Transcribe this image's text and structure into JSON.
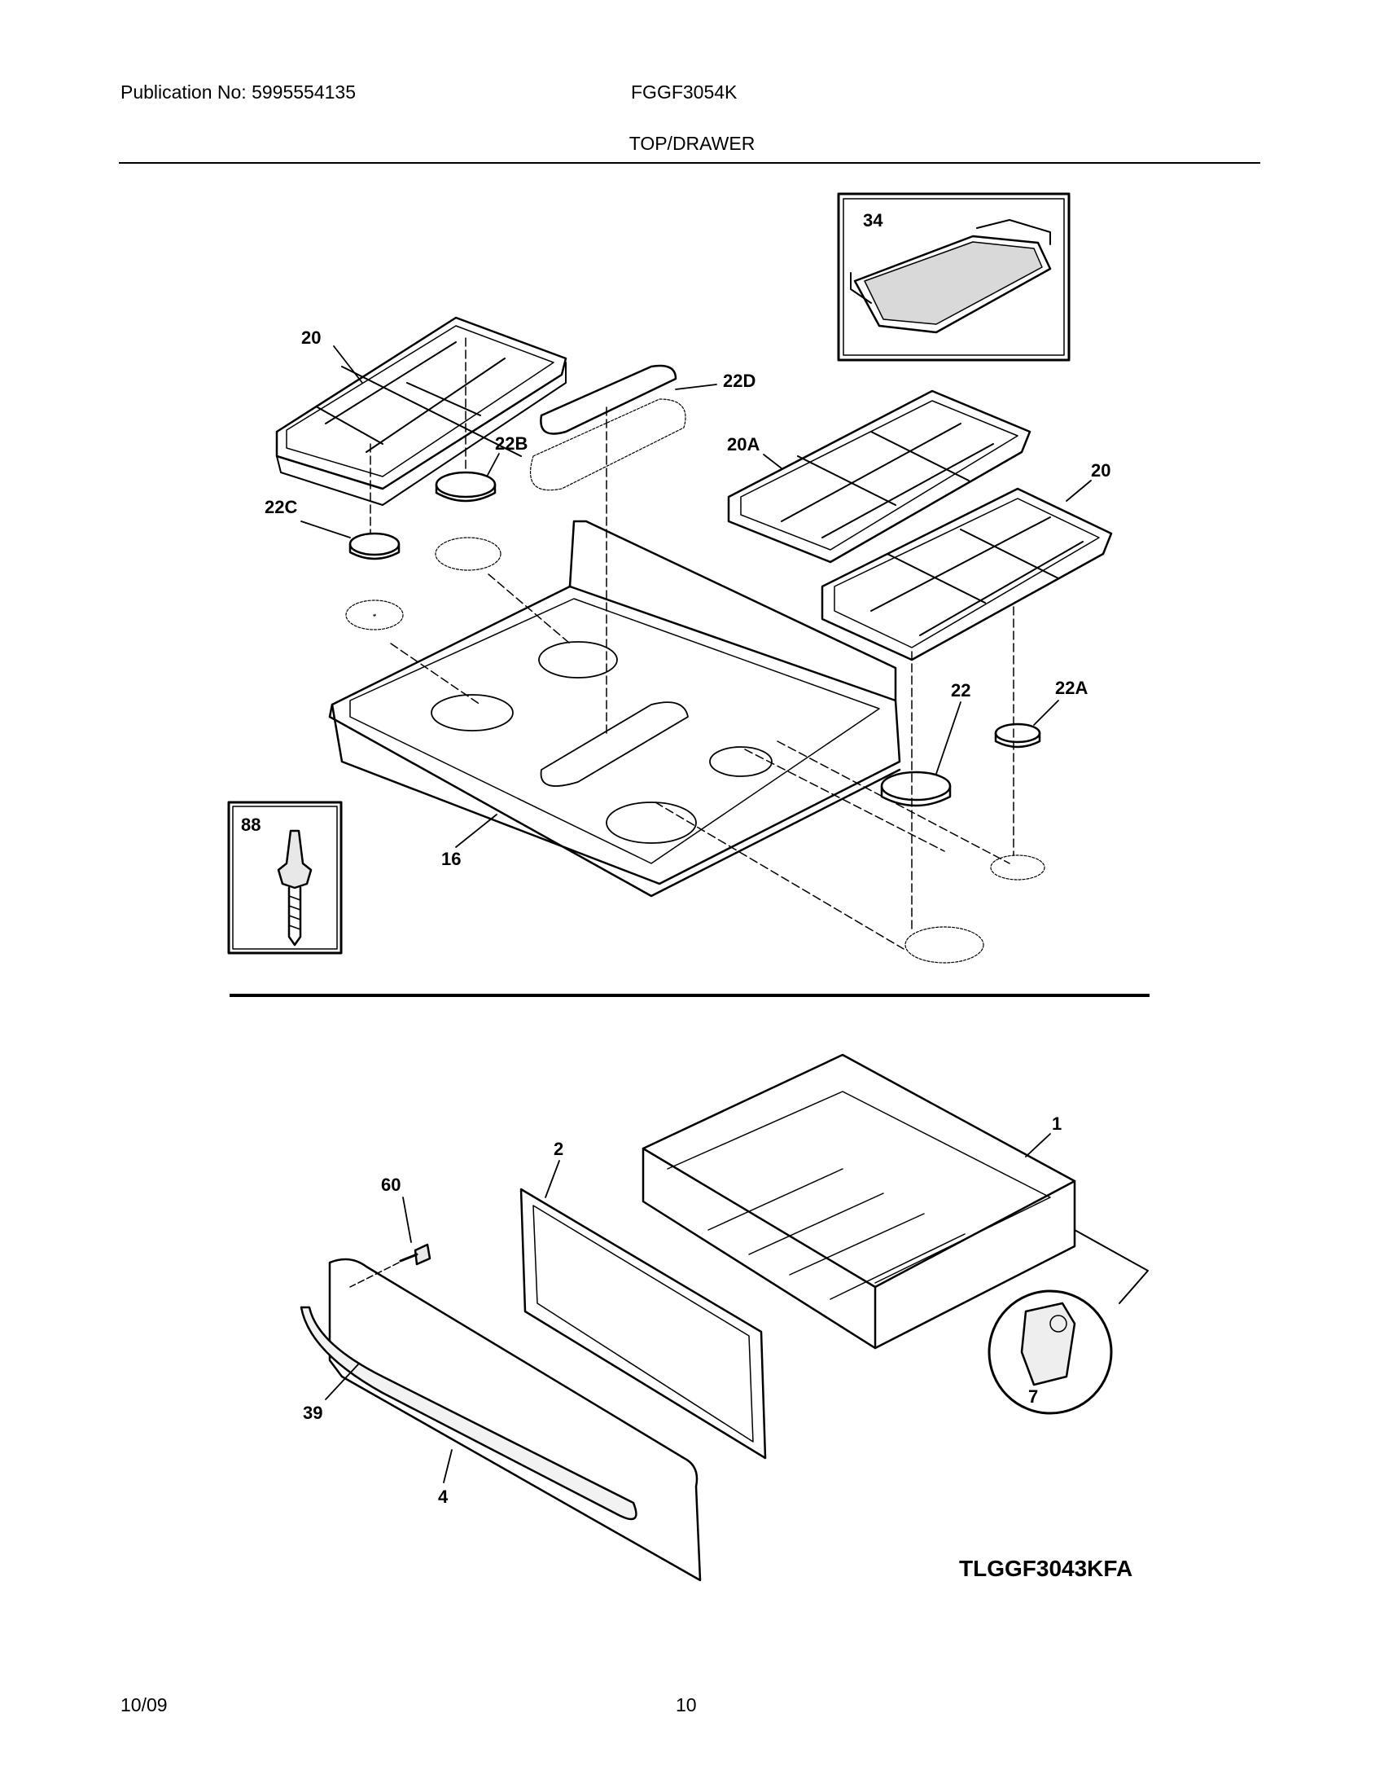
{
  "header": {
    "publication": "Publication No: 5995554135",
    "model": "FGGF3054K",
    "section": "TOP/DRAWER"
  },
  "callouts": {
    "p34": "34",
    "p20_left": "20",
    "p22D": "22D",
    "p22B": "22B",
    "p20A": "20A",
    "p20_right": "20",
    "p22C": "22C",
    "p22": "22",
    "p22A": "22A",
    "p88": "88",
    "p16": "16",
    "p1": "1",
    "p2": "2",
    "p60": "60",
    "p39": "39",
    "p4": "4",
    "p7": "7"
  },
  "figure_id": "TLGGF3043KFA",
  "footer": {
    "date": "10/09",
    "page": "10"
  }
}
